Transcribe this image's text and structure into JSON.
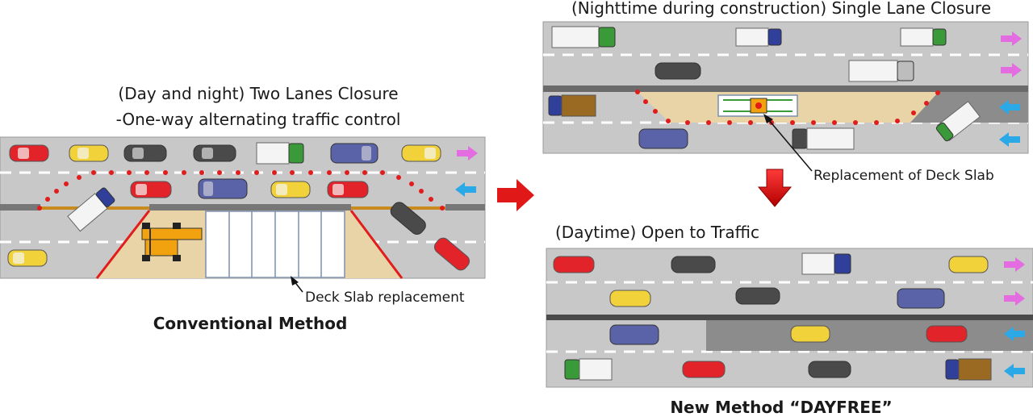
{
  "left": {
    "title_line1": "(Day and night) Two Lanes Closure",
    "title_line2": "-One-way alternating traffic control",
    "callout": "Deck Slab replacement",
    "caption": "Conventional Method"
  },
  "right": {
    "night_title": "(Nighttime during construction) Single Lane Closure",
    "callout": "Replacement of Deck Slab",
    "day_title": "(Daytime) Open to Traffic",
    "caption": "New Method “DAYFREE”"
  },
  "colors": {
    "road": "#c8c8c8",
    "road_dark": "#8c8c8c",
    "work_zone": "#e9d4a8",
    "cone_dot": "#e21b1b",
    "arrow_right": "#e36ce0",
    "arrow_left": "#2ba8e6",
    "big_arrow": "#e01818"
  }
}
